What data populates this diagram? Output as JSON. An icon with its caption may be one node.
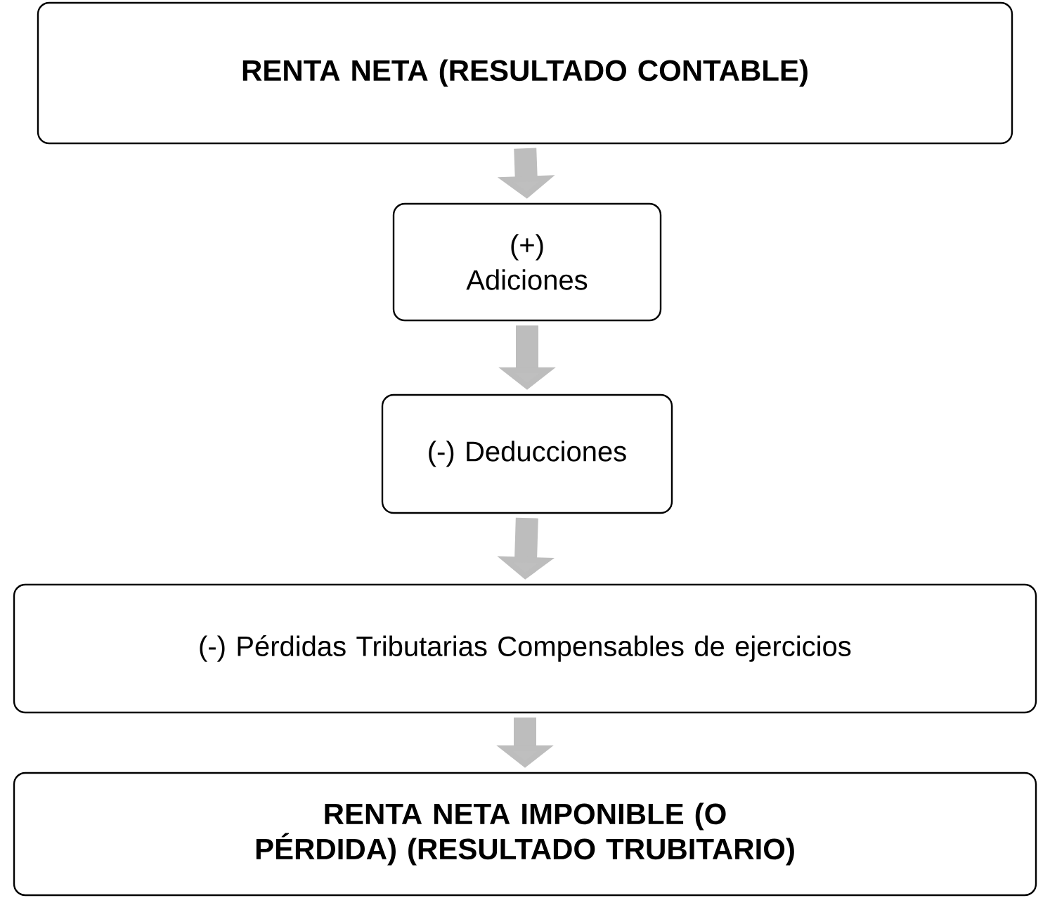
{
  "diagram": {
    "nodes": [
      {
        "text": [
          "RENTA NETA (RESULTADO CONTABLE)"
        ]
      },
      {
        "text": [
          "(+) Adiciones"
        ]
      },
      {
        "text": [
          "(-) Deducciones"
        ]
      },
      {
        "text": [
          "(-) Pérdidas Tributarias Compensables de ejercicios"
        ]
      },
      {
        "text": [
          "RENTA NETA IMPONIBLE (O PÉRDIDA) (RESULTADO TRUBITARIO)"
        ]
      }
    ],
    "edges": [
      {
        "from": 0,
        "to": 1,
        "arrow": "to"
      },
      {
        "from": 1,
        "to": 2,
        "arrow": "to"
      },
      {
        "from": 2,
        "to": 3,
        "arrow": "to"
      },
      {
        "from": 3,
        "to": 4,
        "arrow": "to"
      }
    ]
  }
}
